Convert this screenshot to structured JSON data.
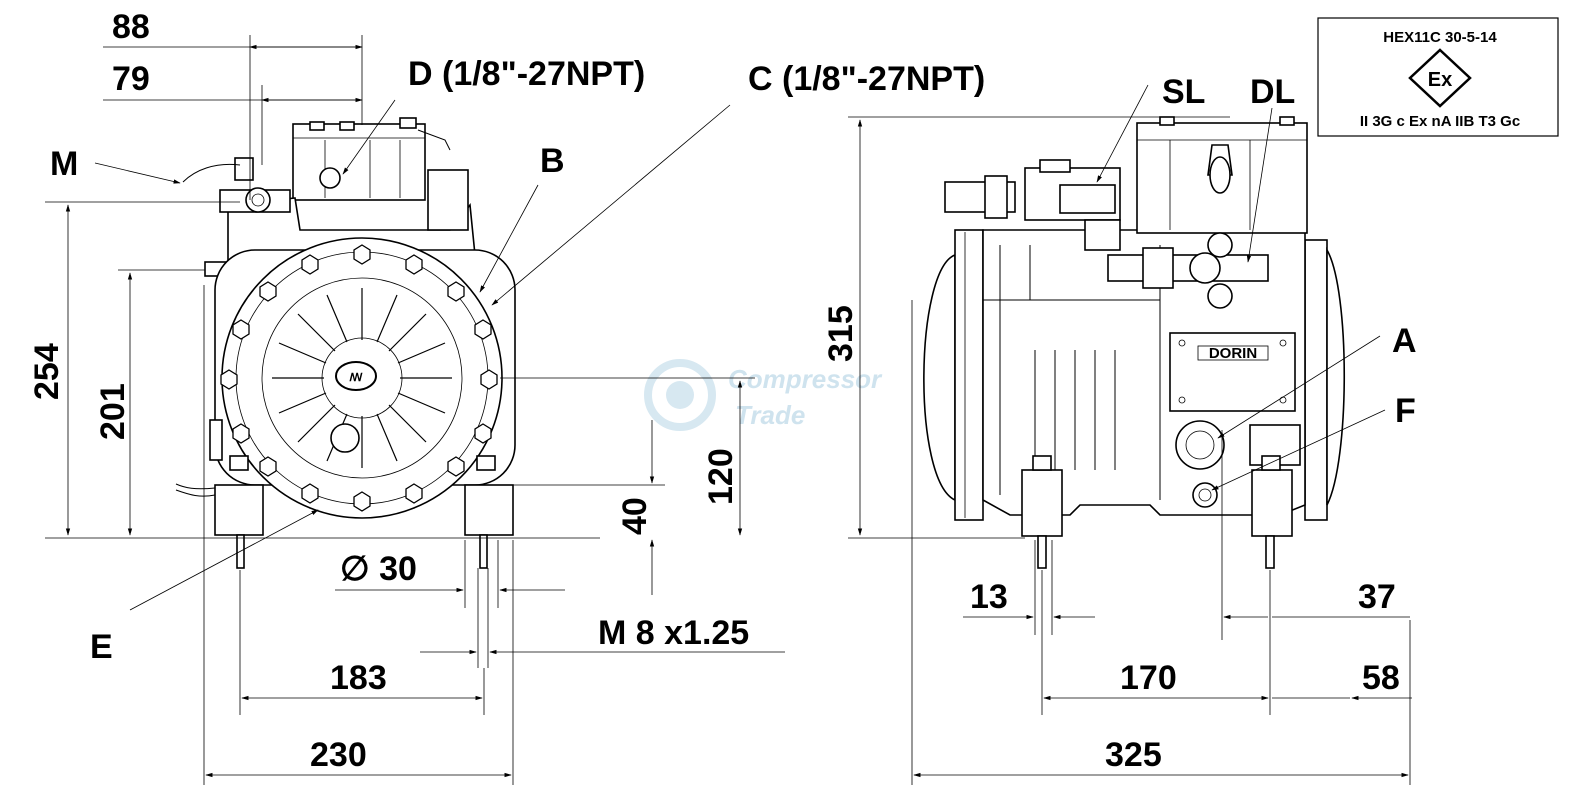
{
  "dimensions": {
    "front_88": "88",
    "front_79": "79",
    "front_254": "254",
    "front_201": "201",
    "front_120": "120",
    "front_40": "40",
    "front_dia30": "∅ 30",
    "front_thread": "M 8 x1.25",
    "front_183": "183",
    "front_230": "230",
    "side_315": "315",
    "side_13": "13",
    "side_37": "37",
    "side_170": "170",
    "side_58": "58",
    "side_325": "325"
  },
  "labels": {
    "D": "D (1/8\"-27NPT)",
    "C": "C (1/8\"-27NPT)",
    "M": "M",
    "B": "B",
    "E": "E",
    "SL": "SL",
    "DL": "DL",
    "A": "A",
    "F": "F"
  },
  "certification": {
    "code": "HEX11C 30-5-14",
    "ex_symbol": "Ex",
    "marking": "II 3G c Ex nA IIB T3 Gc"
  },
  "nameplate": "DORIN",
  "watermark": {
    "line1": "Compressor",
    "line2": "Trade"
  }
}
